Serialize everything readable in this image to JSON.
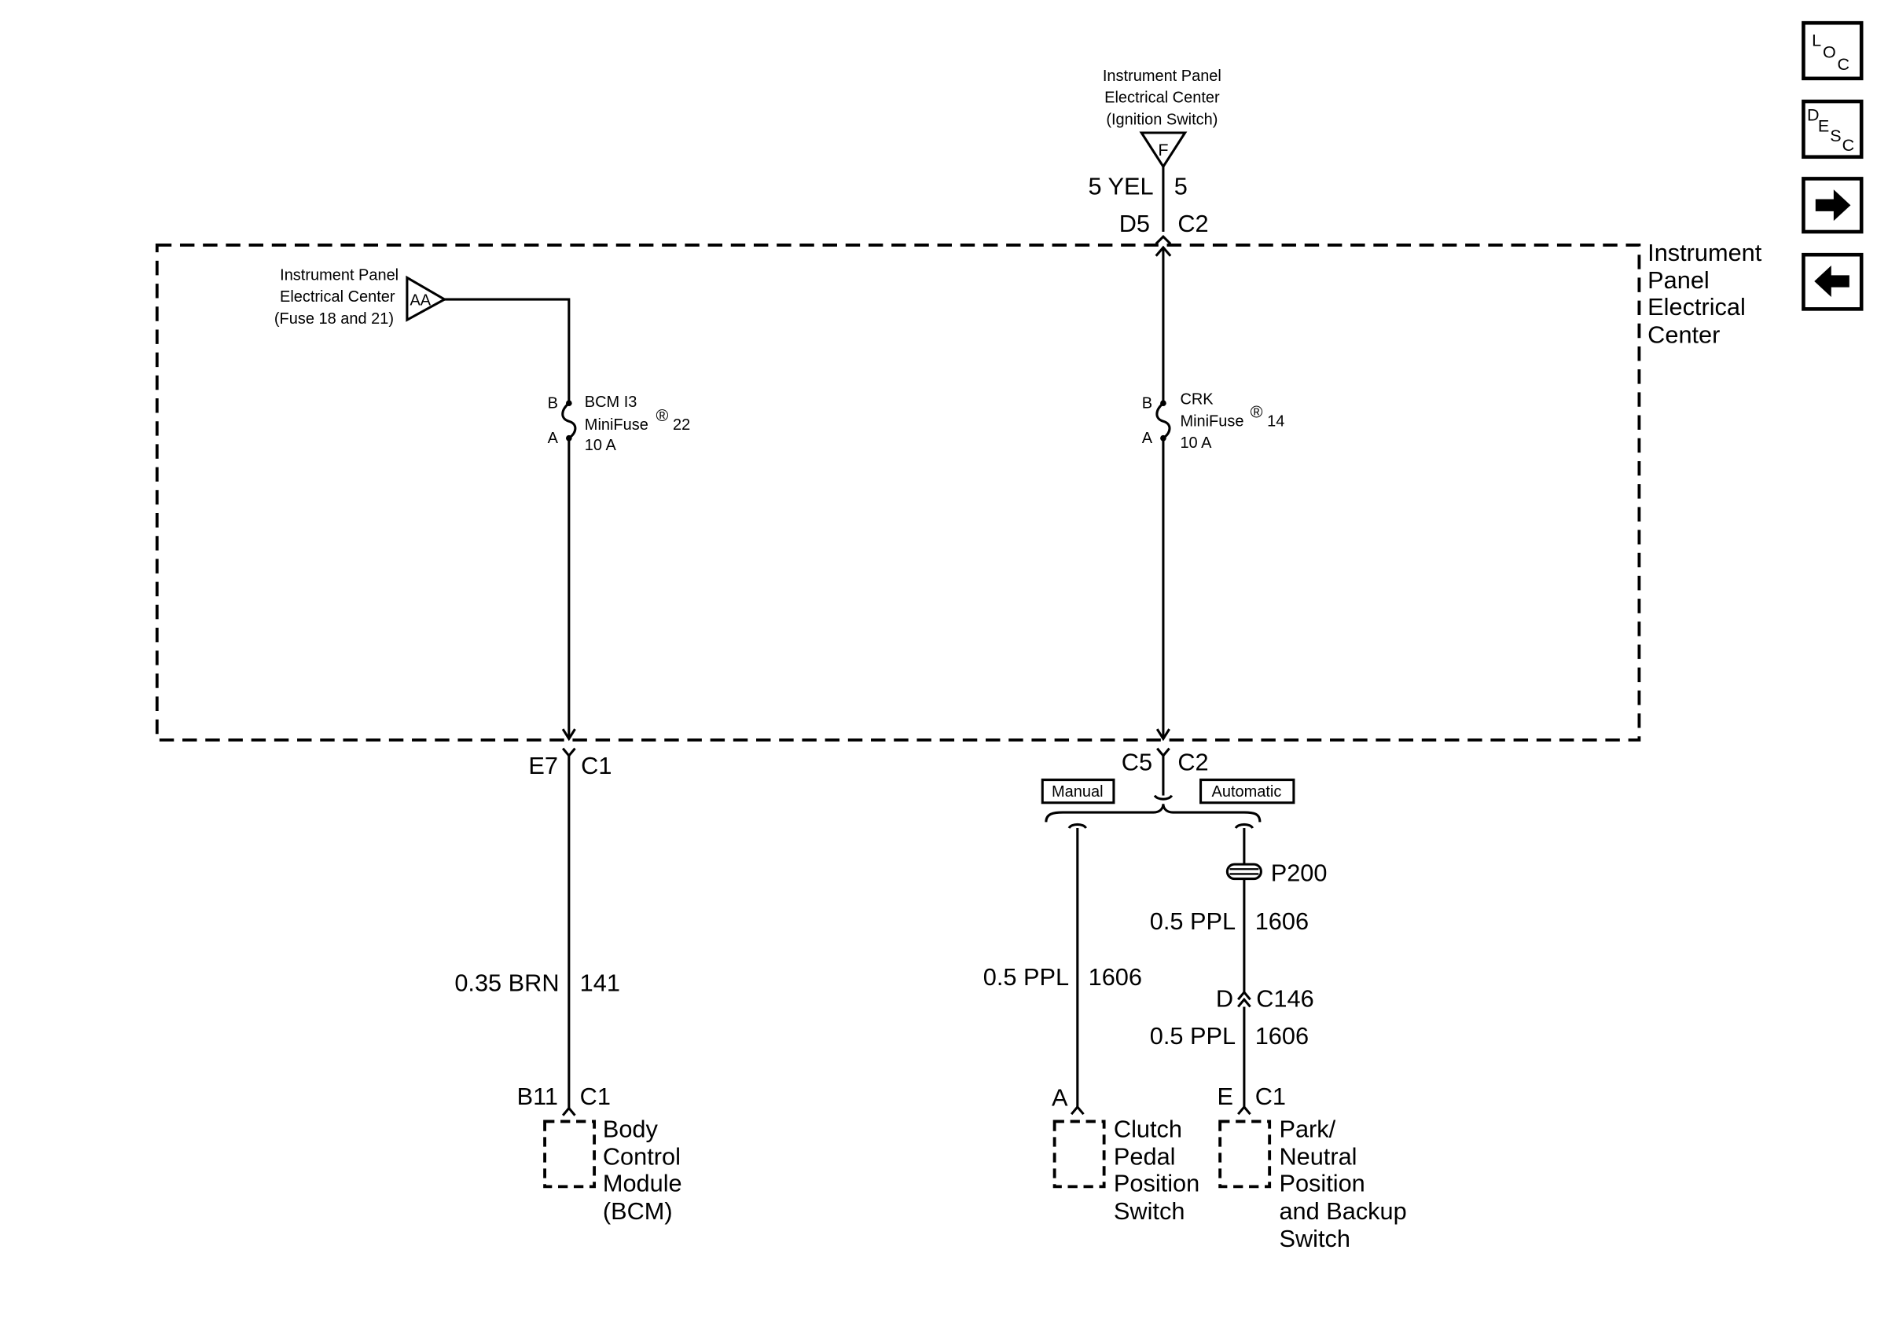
{
  "ignition_source": {
    "line1": "Instrument Panel",
    "line2": "Electrical Center",
    "line3": "(Ignition Switch)",
    "symbol": "F"
  },
  "wire_top": {
    "gauge_color": "5 YEL",
    "circuit": "5"
  },
  "conn_top": {
    "pin": "D5",
    "connector": "C2"
  },
  "ipec_label": {
    "line1": "Instrument",
    "line2": "Panel",
    "line3": "Electrical",
    "line4": "Center"
  },
  "fuse_source": {
    "line1": "Instrument Panel",
    "line2": "Electrical Center",
    "line3": "(Fuse 18 and 21)",
    "symbol": "AA"
  },
  "fuse_bcm": {
    "pin_b": "B",
    "pin_a": "A",
    "name": "BCM I3",
    "type": "MiniFuse",
    "reg": "®",
    "number": "22",
    "rating": "10 A"
  },
  "fuse_crk": {
    "pin_b": "B",
    "pin_a": "A",
    "name": "CRK",
    "type": "MiniFuse",
    "reg": "®",
    "number": "14",
    "rating": "10 A"
  },
  "conn_left": {
    "pin": "E7",
    "connector": "C1"
  },
  "conn_right": {
    "pin": "C5",
    "connector": "C2"
  },
  "options": {
    "manual": "Manual",
    "automatic": "Automatic"
  },
  "splice": {
    "name": "P200"
  },
  "wire_bcm": {
    "gauge_color": "0.35 BRN",
    "circuit": "141"
  },
  "wire_clutch": {
    "gauge_color": "0.5 PPL",
    "circuit": "1606"
  },
  "wire_auto_upper": {
    "gauge_color": "0.5 PPL",
    "circuit": "1606"
  },
  "conn_c146": {
    "pin": "D",
    "connector": "C146"
  },
  "wire_auto_lower": {
    "gauge_color": "0.5 PPL",
    "circuit": "1606"
  },
  "conn_bcm": {
    "pin": "B11",
    "connector": "C1"
  },
  "conn_clutch": {
    "pin": "A"
  },
  "conn_pnp": {
    "pin": "E",
    "connector": "C1"
  },
  "component_bcm": {
    "line1": "Body",
    "line2": "Control",
    "line3": "Module",
    "line4": "(BCM)"
  },
  "component_clutch": {
    "line1": "Clutch",
    "line2": "Pedal",
    "line3": "Position",
    "line4": "Switch"
  },
  "component_pnp": {
    "line1": "Park/",
    "line2": "Neutral",
    "line3": "Position",
    "line4": "and Backup",
    "line5": "Switch"
  },
  "nav": {
    "loc": {
      "l1": "L",
      "l2": "O",
      "l3": "C",
      "icon": "location-icon"
    },
    "desc": {
      "l1": "D",
      "l2": "E",
      "l3": "S",
      "l4": "C",
      "icon": "description-icon"
    },
    "next": {
      "icon": "arrow-right-icon"
    },
    "prev": {
      "icon": "arrow-left-icon"
    }
  }
}
